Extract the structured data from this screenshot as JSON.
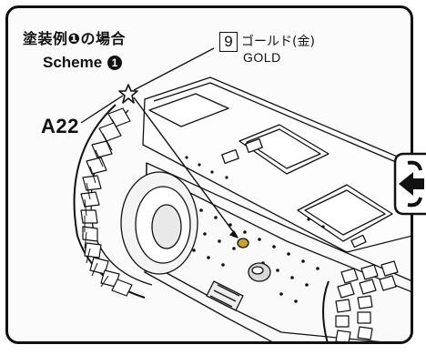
{
  "scheme": {
    "title_jp": "塗装例❶の場合",
    "title_en_prefix": "Scheme",
    "number": "1"
  },
  "paint": {
    "code": "9",
    "name_jp": "ゴールド(金)",
    "name_en": "GOLD",
    "color": "#c9a227"
  },
  "part": {
    "label": "A22"
  },
  "icons": {
    "star": "star-marker-icon",
    "next_step": "next-step-arrow-icon"
  }
}
